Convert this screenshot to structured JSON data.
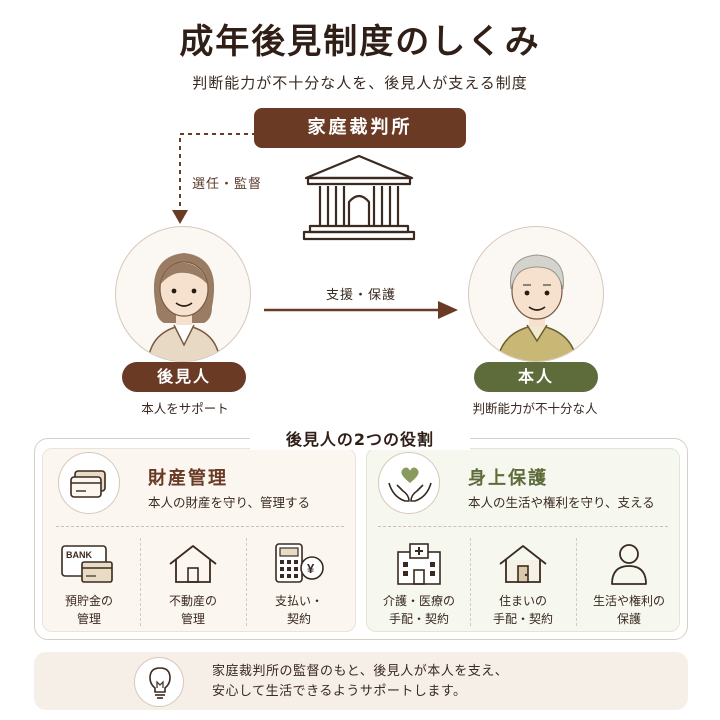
{
  "header": {
    "title": "成年後見制度のしくみ",
    "subtitle": "判断能力が不十分な人を、後見人が支える制度"
  },
  "court": {
    "label": "家庭裁判所",
    "icon": "courthouse-icon"
  },
  "flows": {
    "court_to_guardian": "選任・監督",
    "guardian_to_ward": "支援・保護"
  },
  "guardian": {
    "label": "後見人",
    "caption": "本人をサポート",
    "color": "#6b3a25"
  },
  "ward": {
    "label": "本人",
    "caption": "判断能力が不十分な人",
    "color": "#5e6b3a"
  },
  "roles": {
    "heading": "後見人の2つの役割",
    "property": {
      "title": "財産管理",
      "desc": "本人の財産を守り、管理する",
      "icon": "cards-icon",
      "color": "#6b3a25",
      "items": [
        {
          "icon": "bank-card-icon",
          "bank_text": "BANK",
          "line1": "預貯金の",
          "line2": "管理"
        },
        {
          "icon": "house-icon",
          "line1": "不動産の",
          "line2": "管理"
        },
        {
          "icon": "calculator-yen-icon",
          "yen": "¥",
          "line1": "支払い・",
          "line2": "契約"
        }
      ]
    },
    "personal": {
      "title": "身上保護",
      "desc": "本人の生活や権利を守り、支える",
      "icon": "heart-hands-icon",
      "color": "#5e6b3a",
      "items": [
        {
          "icon": "hospital-icon",
          "line1": "介護・医療の",
          "line2": "手配・契約"
        },
        {
          "icon": "home-door-icon",
          "line1": "住まいの",
          "line2": "手配・契約"
        },
        {
          "icon": "person-icon",
          "line1": "生活や権利の",
          "line2": "保護"
        }
      ]
    }
  },
  "footer": {
    "icon": "lightbulb-icon",
    "text": "家庭裁判所の監督のもと、後見人が本人を支え、\n安心して生活できるようサポートします。"
  }
}
